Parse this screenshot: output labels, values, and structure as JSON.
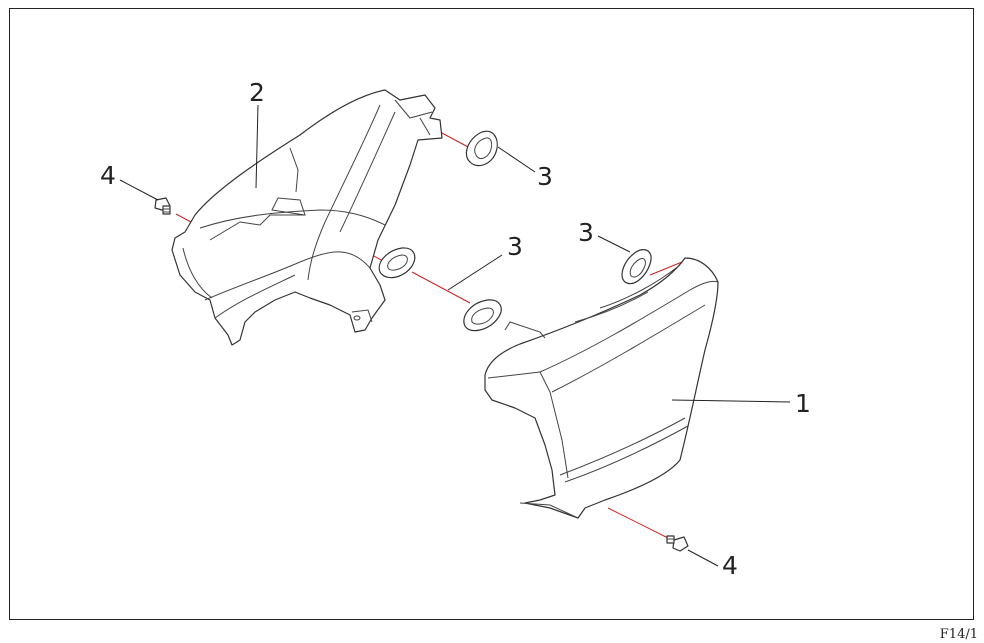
{
  "callouts": {
    "part_1": "1",
    "part_2": "2",
    "part_3a": "3",
    "part_3b": "3",
    "part_3c": "3",
    "part_4a": "4",
    "part_4b": "4"
  },
  "page_code": "F14/1",
  "colors": {
    "line": "#333333",
    "axis_line": "#cc2222",
    "background": "#ffffff"
  }
}
